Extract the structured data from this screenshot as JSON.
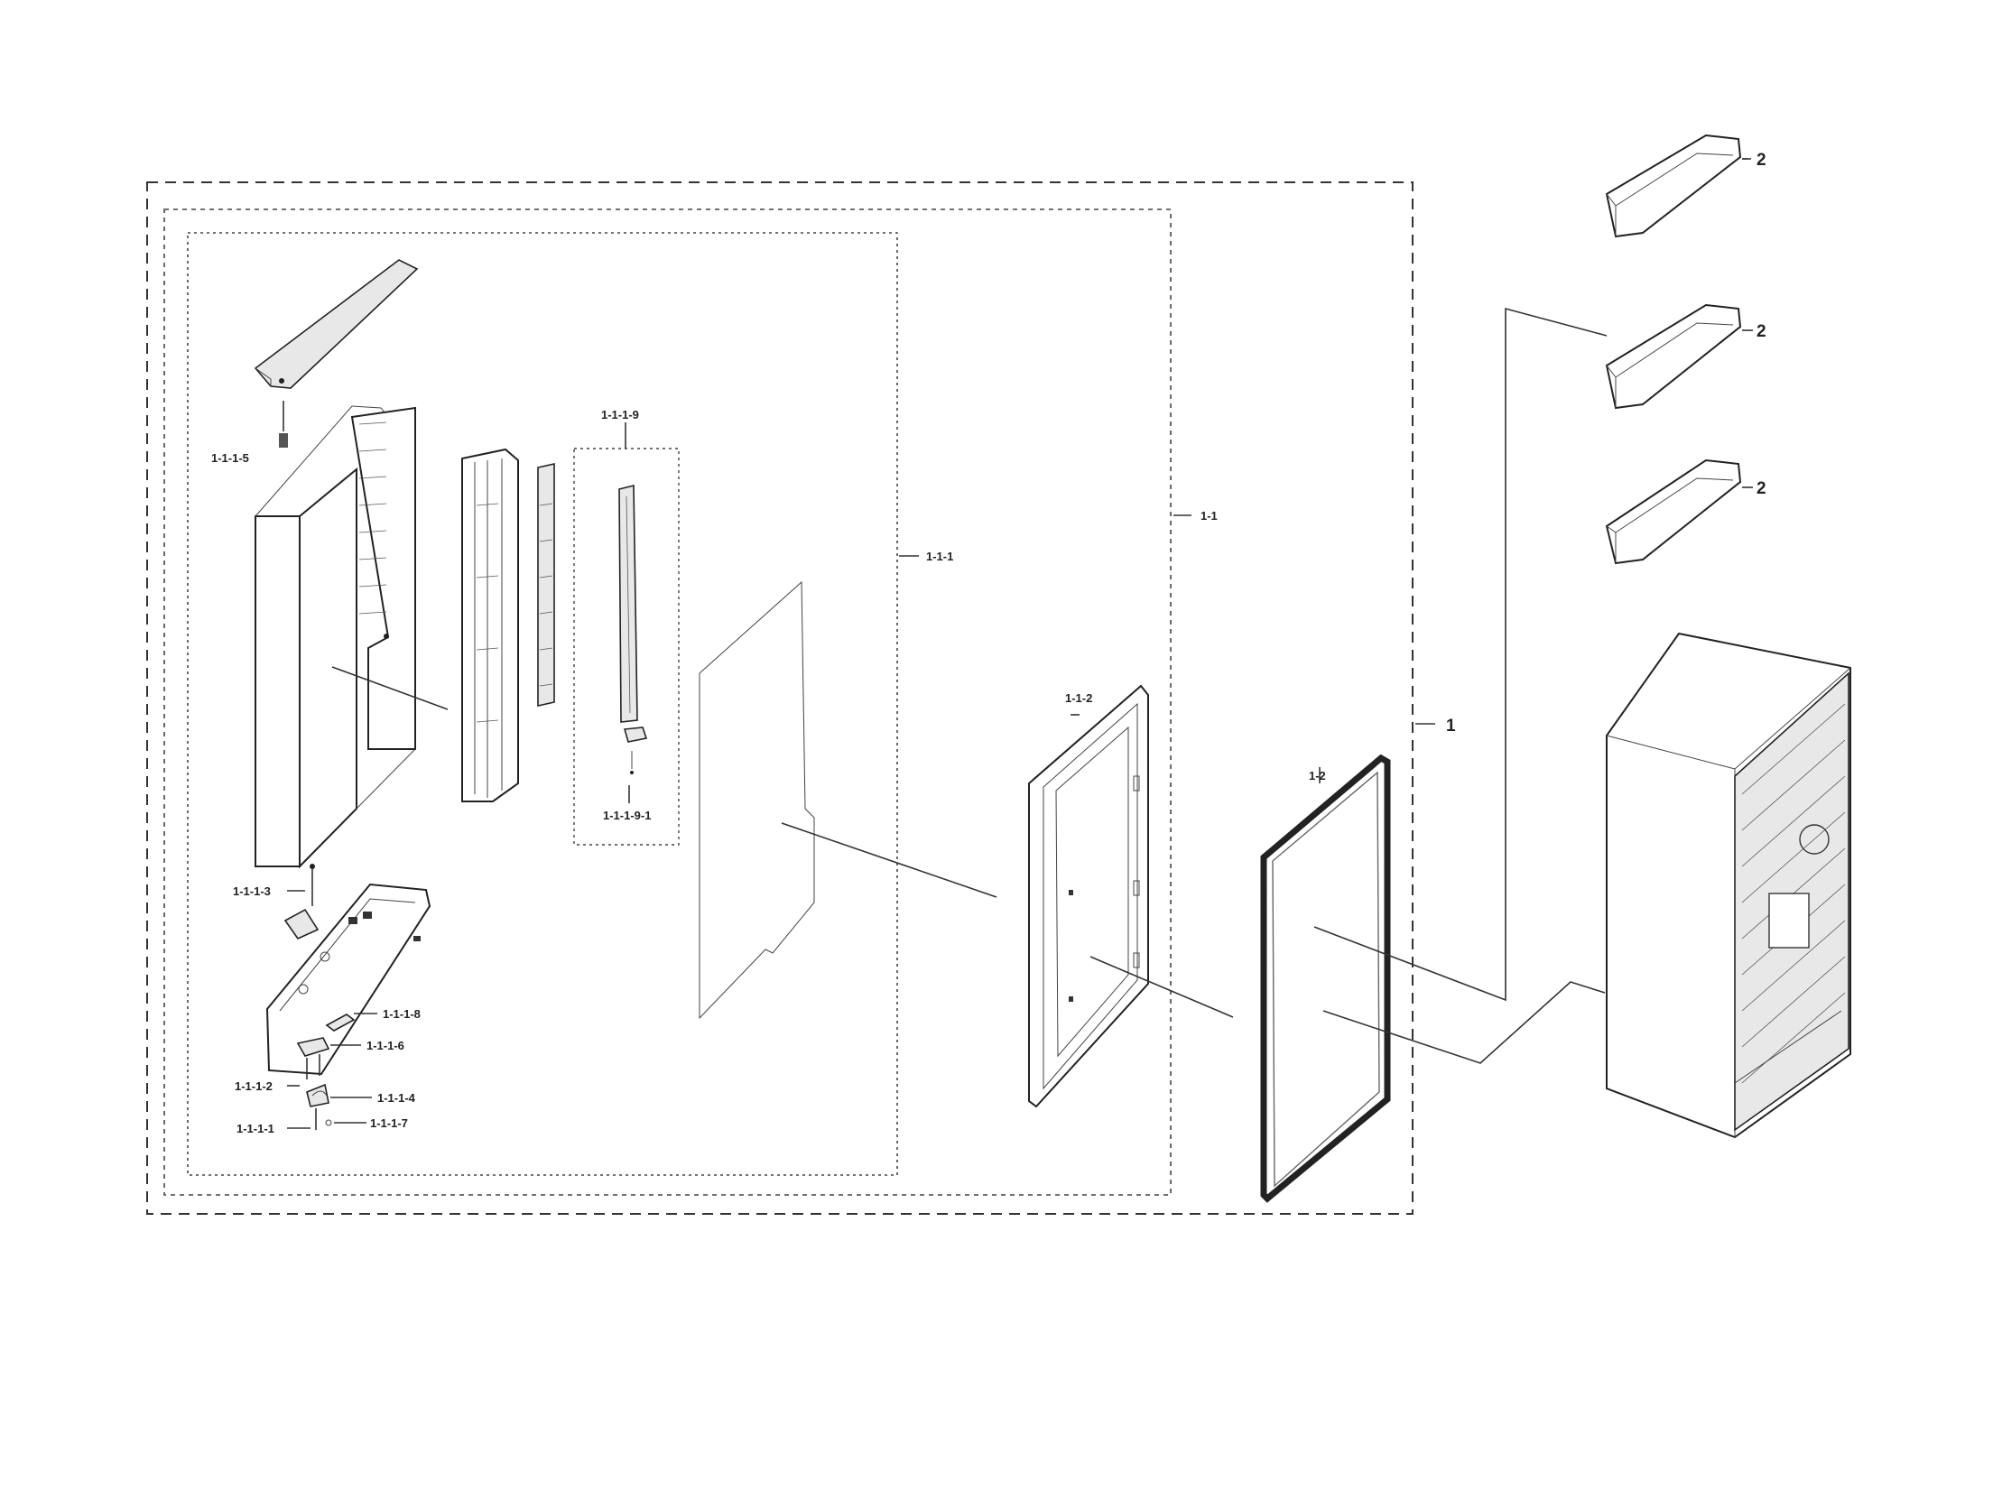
{
  "callouts": {
    "c_1": "1",
    "c_1_1": "1-1",
    "c_1_1_1": "1-1-1",
    "c_1_1_2": "1-1-2",
    "c_1_2": "1-2",
    "c_1_1_1_1": "1-1-1-1",
    "c_1_1_1_2": "1-1-1-2",
    "c_1_1_1_3": "1-1-1-3",
    "c_1_1_1_4": "1-1-1-4",
    "c_1_1_1_5": "1-1-1-5",
    "c_1_1_1_6": "1-1-1-6",
    "c_1_1_1_7": "1-1-1-7",
    "c_1_1_1_8": "1-1-1-8",
    "c_1_1_1_9": "1-1-1-9",
    "c_1_1_1_9_1": "1-1-1-9-1",
    "c_2a": "2",
    "c_2b": "2",
    "c_2c": "2"
  },
  "colors": {
    "ink": "#222222",
    "paper": "#ffffff"
  }
}
